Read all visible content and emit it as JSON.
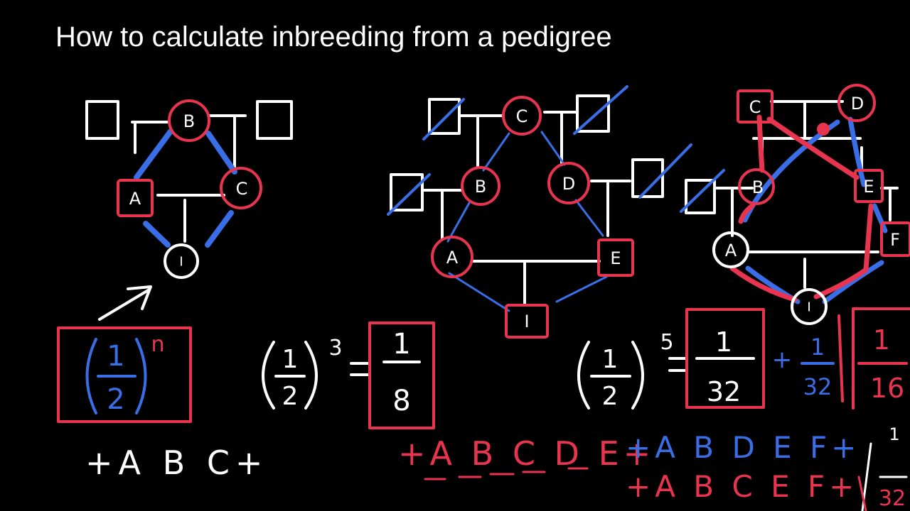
{
  "title": "How to calculate inbreeding from a pedigree",
  "colors": {
    "background": "#000000",
    "white": "#ffffff",
    "red": "#e8344e",
    "blue": "#3a6ee6"
  },
  "pedigree1": {
    "nodes": {
      "B": "B",
      "A": "A",
      "C": "C",
      "I": "I"
    },
    "formula": {
      "base_num": "1",
      "base_den": "2",
      "exp": "n"
    },
    "path": "+A B C+"
  },
  "pedigree2": {
    "nodes": {
      "C": "C",
      "B": "B",
      "D": "D",
      "A": "A",
      "E": "E",
      "I": "I"
    },
    "formula": {
      "num": "1",
      "den": "2",
      "exp": "3",
      "eq": "=",
      "res_num": "1",
      "res_den": "8"
    },
    "path": "+A B C D E+"
  },
  "pedigree3": {
    "nodes": {
      "C": "C",
      "D": "D",
      "B": "B",
      "E": "E",
      "F": "F",
      "A": "A",
      "I": "I"
    },
    "formula": {
      "num": "1",
      "den": "2",
      "exp": "5",
      "eq": "=",
      "t1_num": "1",
      "t1_den": "32",
      "plus": "+",
      "t2_num": "1",
      "t2_den": "32",
      "t3_num": "1",
      "t3_den": "16",
      "t4_num": "1",
      "t4_den": "32"
    },
    "path_blue": "+A B D E F+",
    "path_red": "+A B C E F+"
  }
}
